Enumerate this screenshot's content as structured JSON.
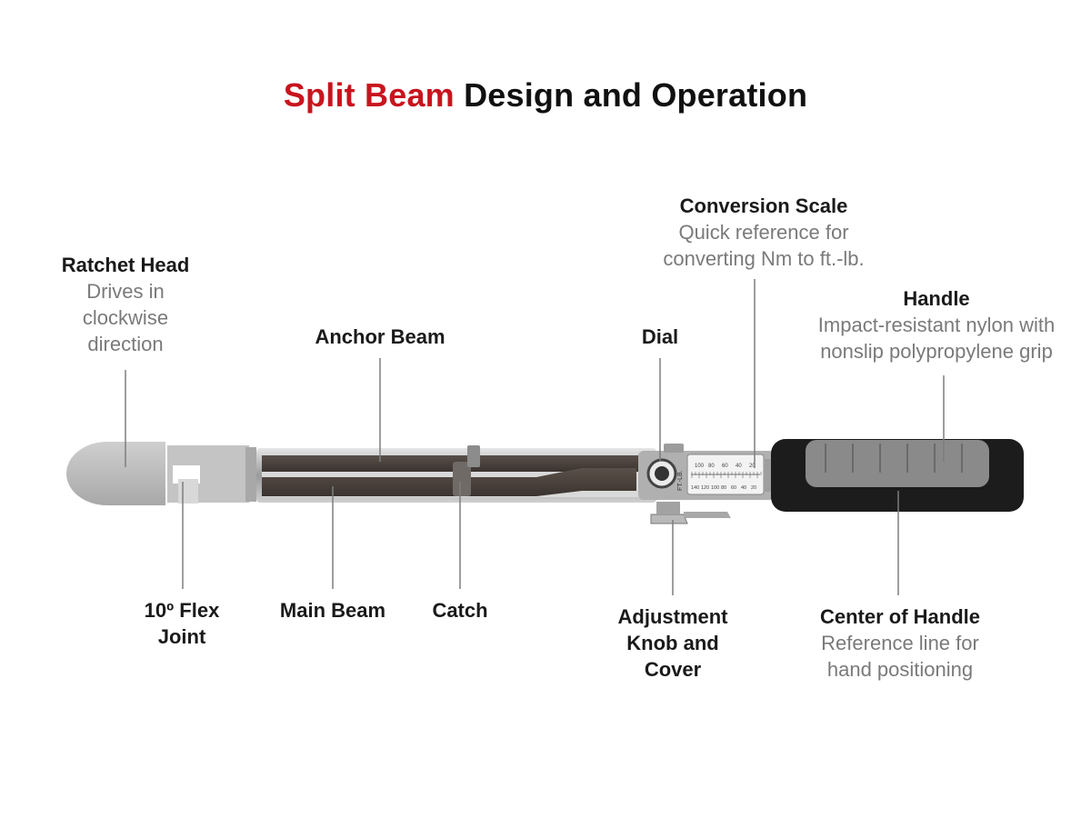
{
  "title": {
    "accent": "Split Beam",
    "rest": "Design and Operation"
  },
  "callouts": {
    "ratchet_head": {
      "head": "Ratchet Head",
      "desc": [
        "Drives in",
        "clockwise",
        "direction"
      ]
    },
    "anchor_beam": {
      "head": "Anchor Beam"
    },
    "dial": {
      "head": "Dial"
    },
    "conversion_scale": {
      "head": "Conversion Scale",
      "desc": [
        "Quick reference for",
        "converting Nm to ft.-lb."
      ]
    },
    "handle": {
      "head": "Handle",
      "desc": [
        "Impact-resistant nylon with",
        "nonslip polypropylene grip"
      ]
    },
    "flex_joint": {
      "head": [
        "10º Flex",
        "Joint"
      ]
    },
    "main_beam": {
      "head": "Main Beam"
    },
    "catch": {
      "head": "Catch"
    },
    "adjust_knob": {
      "head": [
        "Adjustment",
        "Knob and",
        "Cover"
      ]
    },
    "center_handle": {
      "head": "Center of Handle",
      "desc": [
        "Reference line for",
        "hand positioning"
      ]
    }
  },
  "colors": {
    "accent": "#c8141e",
    "heading": "#1a1a1a",
    "description": "#7a7a7a",
    "leader": "#7d7d7d",
    "handle_body": "#1c1c1c",
    "handle_grip": "#8a8a8a",
    "head_metal": "#bdbdbd"
  },
  "dial_label": "FT.-LB.",
  "scale_numbers_top": [
    "100",
    "80",
    "60",
    "40",
    "20"
  ],
  "scale_numbers_bottom": [
    "140",
    "120",
    "100",
    "80",
    "60",
    "40",
    "20"
  ]
}
